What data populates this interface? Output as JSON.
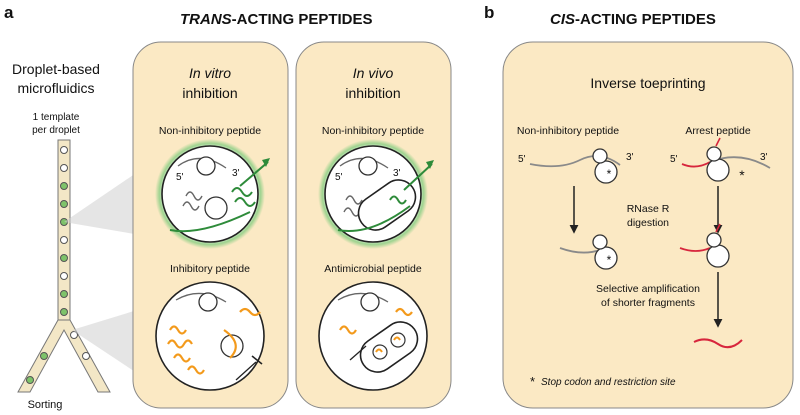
{
  "panel_a": {
    "letter": "a",
    "title_italic": "TRANS",
    "title_rest": "-ACTING PEPTIDES",
    "microfluidics": {
      "title_line1": "Droplet-based",
      "title_line2": "microfluidics",
      "template_line1": "1 template",
      "template_line2": "per droplet",
      "sorting": "Sorting"
    },
    "in_vitro": {
      "heading_italic": "In vitro",
      "heading_line2": "inhibition",
      "top_label": "Non-inhibitory peptide",
      "bottom_label": "Inhibitory peptide",
      "five_prime": "5'",
      "three_prime": "3'"
    },
    "in_vivo": {
      "heading_italic": "In vivo",
      "heading_line2": "inhibition",
      "top_label": "Non-inhibitory peptide",
      "bottom_label": "Antimicrobial peptide",
      "five_prime": "5'",
      "three_prime": "3'"
    }
  },
  "panel_b": {
    "letter": "b",
    "title_italic": "CIS",
    "title_rest": "-ACTING PEPTIDES",
    "heading": "Inverse toeprinting",
    "left_label": "Non-inhibitory peptide",
    "right_label": "Arrest peptide",
    "five_prime": "5'",
    "three_prime": "3'",
    "step1_line1": "RNase R",
    "step1_line2": "digestion",
    "step2_line1": "Selective amplification",
    "step2_line2": "of shorter fragments",
    "footnote_star": "*",
    "footnote": "Stop codon and restriction site"
  },
  "colors": {
    "panel_fill": "#fbe9c4",
    "green": "#2e8b3a",
    "orange": "#f39a1c",
    "red": "#d7263d",
    "gray_strand": "#8a8a8a"
  }
}
